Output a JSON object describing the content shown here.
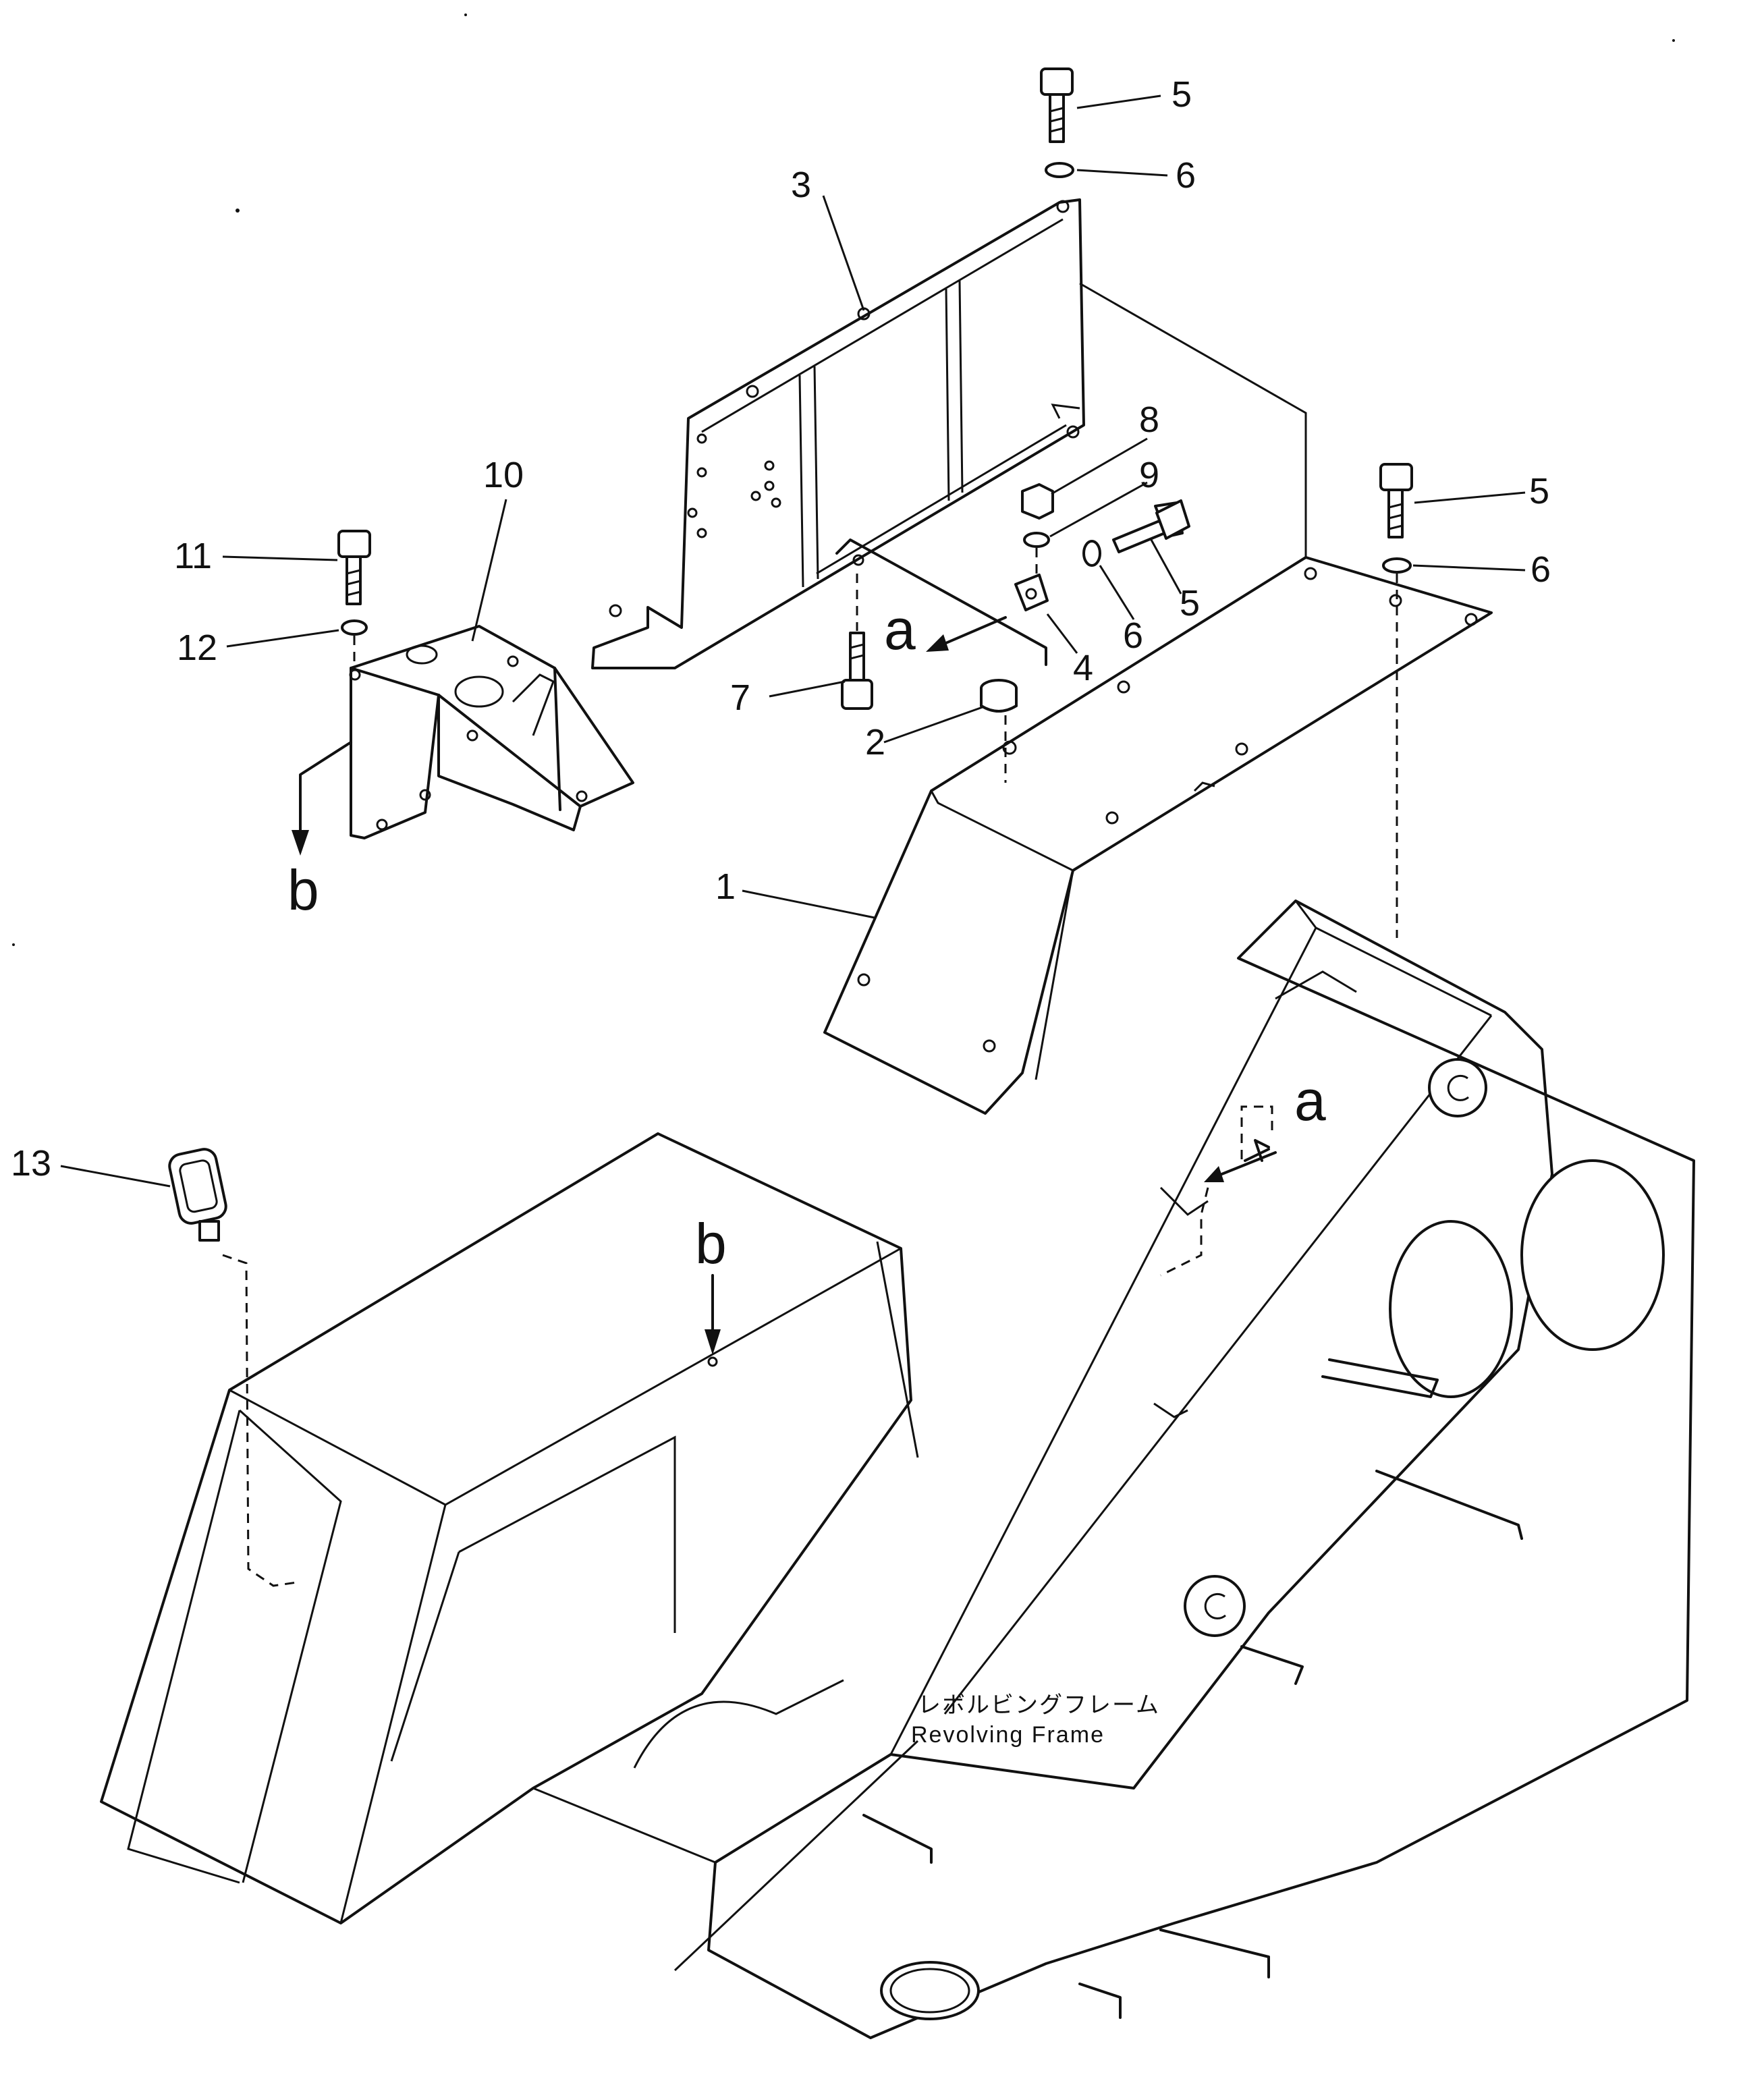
{
  "callouts": {
    "c1": "1",
    "c2": "2",
    "c3": "3",
    "c4": "4",
    "c5a": "5",
    "c5b": "5",
    "c5c": "5",
    "c6a": "6",
    "c6b": "6",
    "c6c": "6",
    "c7": "7",
    "c8": "8",
    "c9": "9",
    "c10": "10",
    "c11": "11",
    "c12": "12",
    "c13": "13"
  },
  "view_markers": {
    "a_upper": "a",
    "a_lower": "a",
    "b_upper": "b",
    "b_lower": "b"
  },
  "caption": {
    "japanese": "レボルビングフレーム",
    "english": "Revolving Frame"
  },
  "colors": {
    "line": "#111111",
    "background": "#ffffff"
  }
}
